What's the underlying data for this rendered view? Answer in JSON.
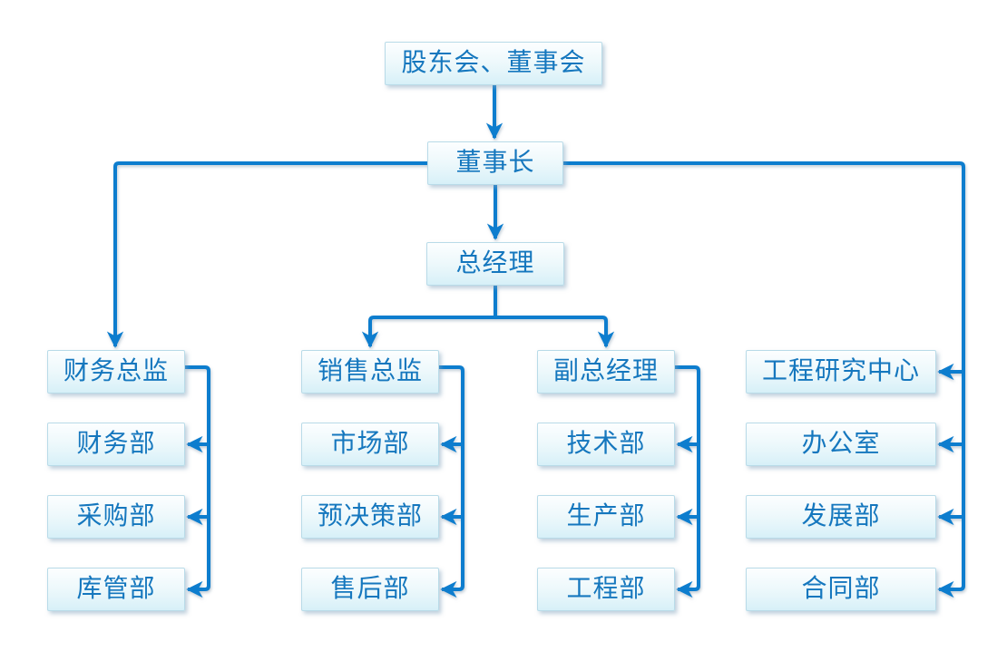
{
  "theme": {
    "line": "#0d7dce",
    "text": "#1577be",
    "box_border": "#b9dbe8",
    "box_top": "#fcfeff",
    "box_mid": "#ecf8fb",
    "box_bottom": "#d7f0f8",
    "bg": "#ffffff"
  },
  "org": {
    "level1": {
      "label": "股东会、董事会"
    },
    "level2": {
      "label": "董事长"
    },
    "level3": {
      "label": "总经理"
    },
    "columns": [
      {
        "name": "finance",
        "head": {
          "label": "财务总监"
        },
        "departments": [
          {
            "label": "财务部"
          },
          {
            "label": "采购部"
          },
          {
            "label": "库管部"
          }
        ]
      },
      {
        "name": "sales",
        "head": {
          "label": "销售总监"
        },
        "departments": [
          {
            "label": "市场部"
          },
          {
            "label": "预决策部"
          },
          {
            "label": "售后部"
          }
        ]
      },
      {
        "name": "deputy",
        "head": {
          "label": "副总经理"
        },
        "departments": [
          {
            "label": "技术部"
          },
          {
            "label": "生产部"
          },
          {
            "label": "工程部"
          }
        ]
      },
      {
        "name": "admin",
        "head": {
          "label": "工程研究中心"
        },
        "departments": [
          {
            "label": "办公室"
          },
          {
            "label": "发展部"
          },
          {
            "label": "合同部"
          }
        ]
      }
    ]
  }
}
